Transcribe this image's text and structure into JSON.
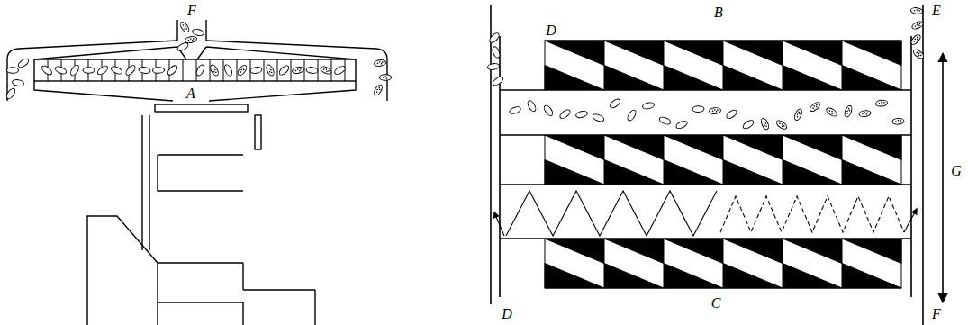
{
  "diagram": {
    "labels": [
      "F",
      "A",
      "D",
      "B",
      "E",
      "G",
      "D",
      "C",
      "F"
    ]
  }
}
